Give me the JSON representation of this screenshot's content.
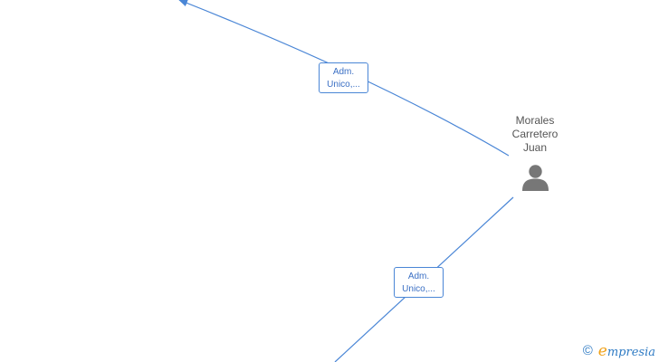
{
  "person": {
    "name_lines": [
      "Morales",
      "Carretero",
      "Juan"
    ],
    "icon": "person-icon"
  },
  "edges": [
    {
      "label_lines": [
        "Adm.",
        "Unico,..."
      ],
      "direction": "outgoing"
    },
    {
      "label_lines": [
        "Adm.",
        "Unico,..."
      ],
      "direction": "outgoing"
    }
  ],
  "watermark": {
    "copyright_symbol": "©",
    "brand_first": "e",
    "brand_rest": "mpresia"
  },
  "colors": {
    "edge": "#4a86d6",
    "label_text": "#3a6fc4",
    "person_icon": "#777777",
    "node_text": "#555555",
    "brand_blue": "#2f7bc4",
    "brand_orange": "#f0a21a"
  }
}
